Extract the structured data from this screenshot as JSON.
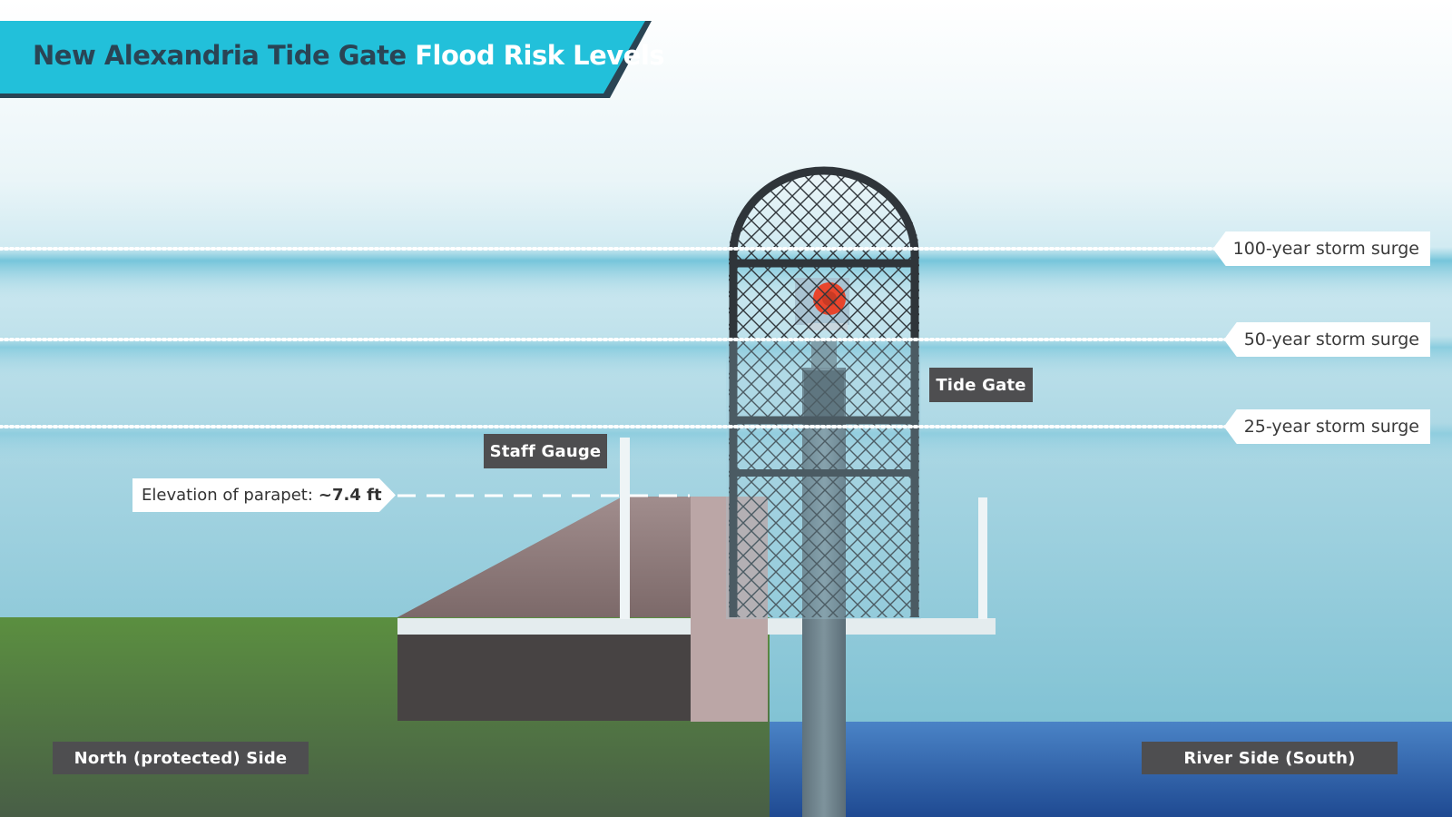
{
  "title": {
    "prefix": "New Alexandria Tide Gate",
    "highlight": "Flood Risk Levels"
  },
  "surge_levels": [
    {
      "label": "100-year storm surge"
    },
    {
      "label": "50-year storm surge"
    },
    {
      "label": "25-year storm surge"
    }
  ],
  "parapet": {
    "label": "Elevation of parapet:",
    "value": "~7.4 ft"
  },
  "labels": {
    "tide_gate": "Tide Gate",
    "staff_gauge": "Staff Gauge",
    "north_side": "North (protected) Side",
    "river_side": "River Side (South)"
  },
  "colors": {
    "title_banner": "#22c0da",
    "sky_top": "#ffffff",
    "water_band": "#6fc1d6",
    "grass": "#527d3f",
    "river": "#2f5ea8",
    "parapet": "#bba6a6",
    "levee": "#8f7b7b",
    "tag_dark": "#4e4e50",
    "gate_light": "#e8452c"
  }
}
